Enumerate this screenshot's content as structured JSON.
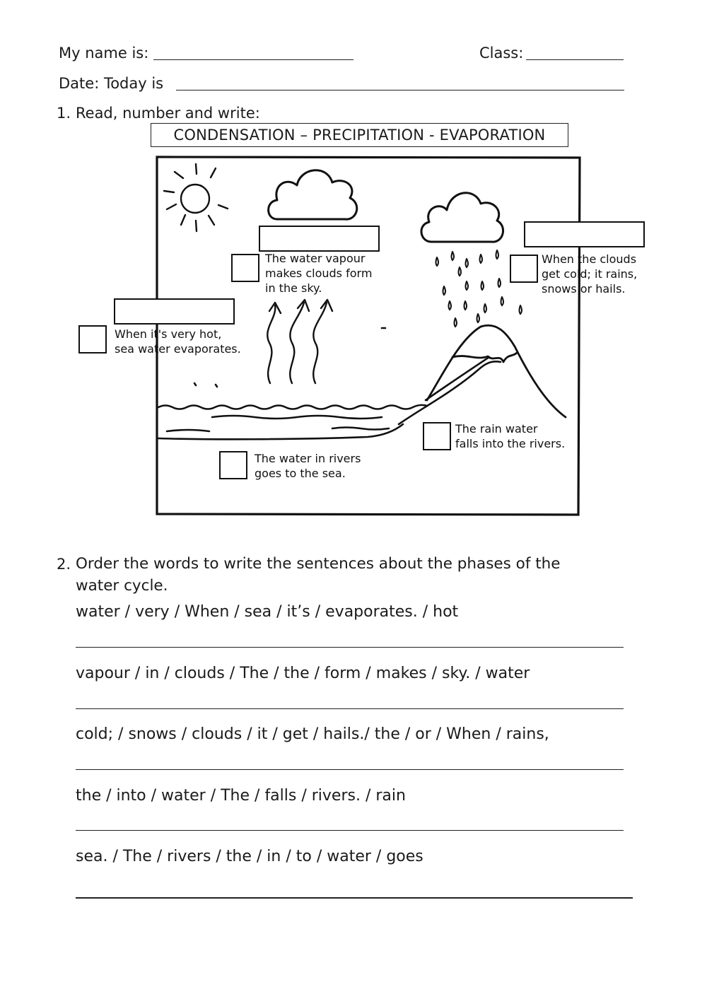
{
  "header": {
    "name_label": "My name is:",
    "class_label": "Class:",
    "date_label": "Date: Today is"
  },
  "exercise1": {
    "number": "1.",
    "instruction": "Read, number and write:",
    "word_bank": "CONDENSATION – PRECIPITATION - EVAPORATION",
    "diagram": {
      "captions": {
        "condensation": [
          "The water vapour",
          "makes clouds form",
          "in the sky."
        ],
        "precipitation": [
          "When the clouds",
          "get cold; it rains,",
          "snows or hails."
        ],
        "evaporation": [
          "When it's very hot,",
          "sea  water evaporates."
        ],
        "runoff": [
          "The rain water",
          "falls into the rivers."
        ],
        "collection": [
          "The water in rivers",
          "goes to the sea."
        ]
      }
    }
  },
  "exercise2": {
    "number": "2.",
    "instruction_line1": "Order the words to write the sentences about the phases of the",
    "instruction_line2": "water cycle.",
    "items": [
      "water / very / When / sea / it’s / evaporates. / hot",
      "vapour / in / clouds / The / the / form / makes / sky. / water",
      "cold; / snows / clouds / it / get / hails./ the / or / When / rains,",
      "the / into / water / The / falls / rivers. / rain",
      "sea. / The / rivers / the / in / to / water / goes"
    ]
  }
}
